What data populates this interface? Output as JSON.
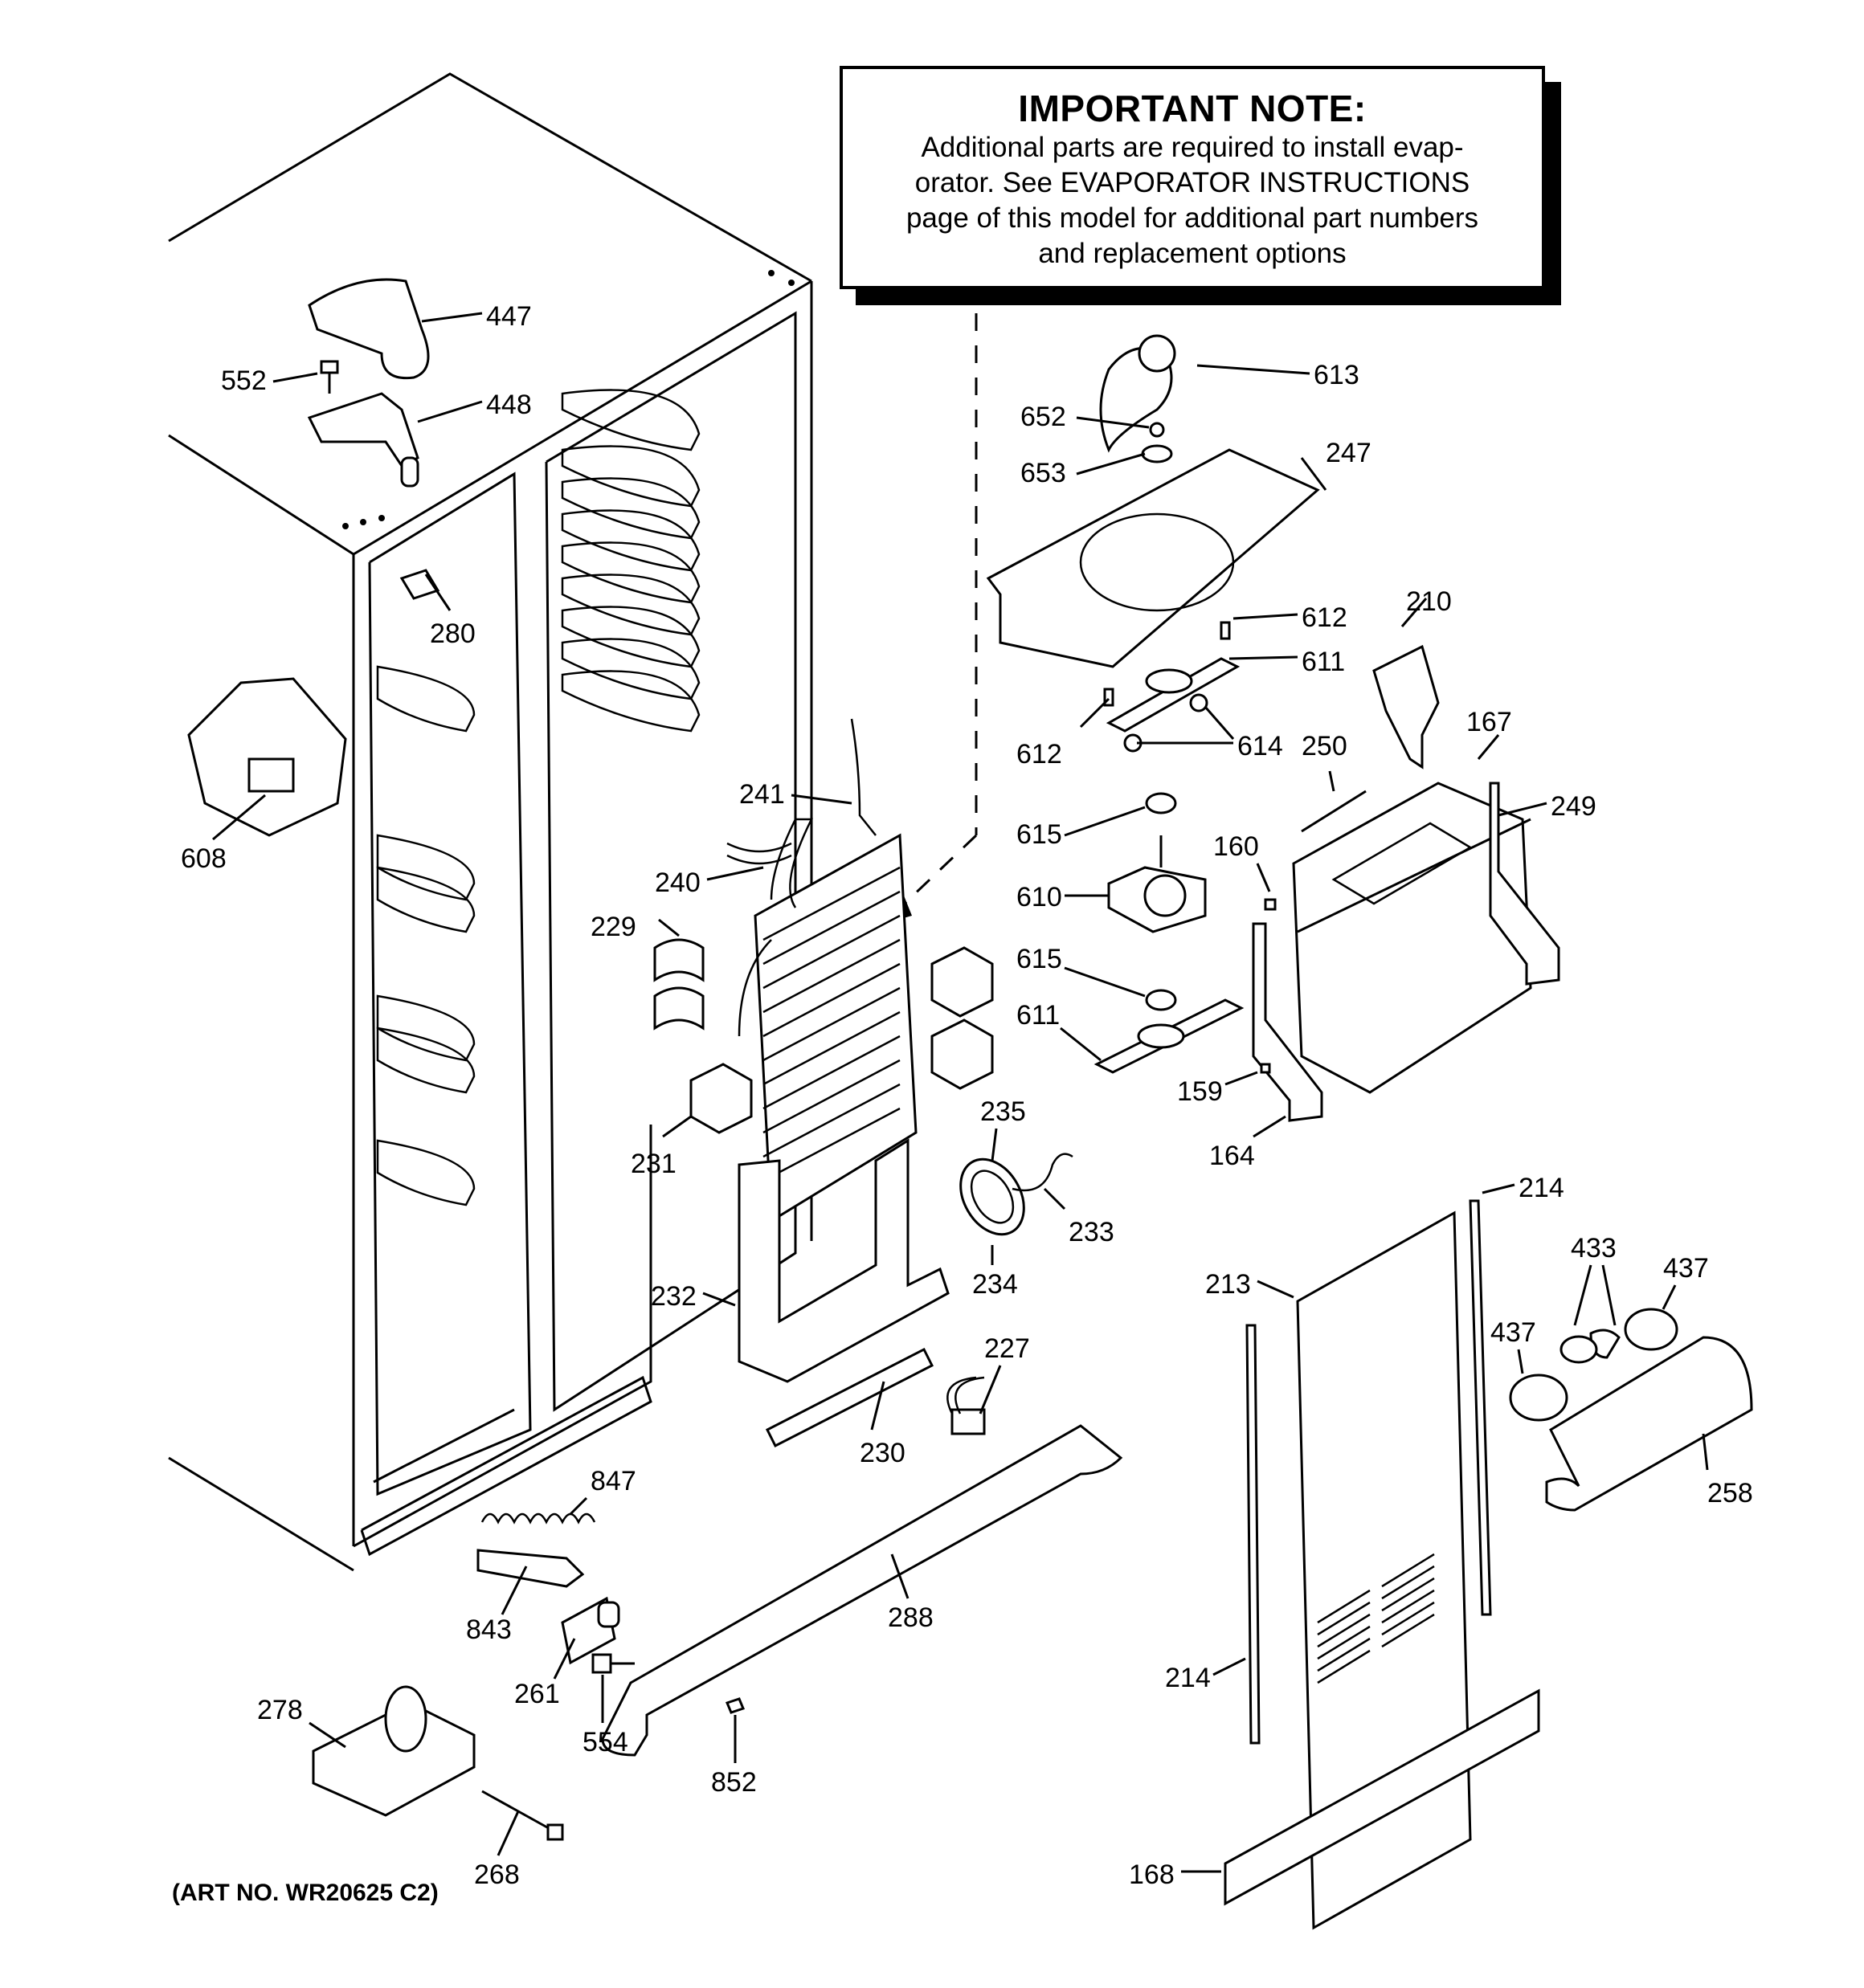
{
  "note": {
    "title": "IMPORTANT NOTE:",
    "lines": [
      "Additional parts are required to install evap-",
      "orator.  See EVAPORATOR INSTRUCTIONS",
      "page of this model for additional part numbers",
      "and replacement options"
    ]
  },
  "art_number": "(ART NO. WR20625 C2)",
  "callouts": {
    "p447": "447",
    "p552": "552",
    "p448": "448",
    "p280": "280",
    "p608": "608",
    "p613": "613",
    "p652": "652",
    "p653": "653",
    "p247": "247",
    "p612a": "612",
    "p611a": "611",
    "p612b": "612",
    "p614": "614",
    "p210": "210",
    "p167": "167",
    "p250": "250",
    "p249": "249",
    "p241": "241",
    "p240": "240",
    "p229": "229",
    "p615a": "615",
    "p610": "610",
    "p160": "160",
    "p615b": "615",
    "p611b": "611",
    "p159": "159",
    "p164": "164",
    "p231": "231",
    "p235": "235",
    "p233": "233",
    "p234": "234",
    "p232": "232",
    "p214a": "214",
    "p433": "433",
    "p437a": "437",
    "p213": "213",
    "p437b": "437",
    "p227": "227",
    "p230": "230",
    "p847": "847",
    "p258": "258",
    "p843": "843",
    "p288": "288",
    "p261": "261",
    "p554": "554",
    "p214b": "214",
    "p278": "278",
    "p852": "852",
    "p268": "268",
    "p168": "168"
  }
}
